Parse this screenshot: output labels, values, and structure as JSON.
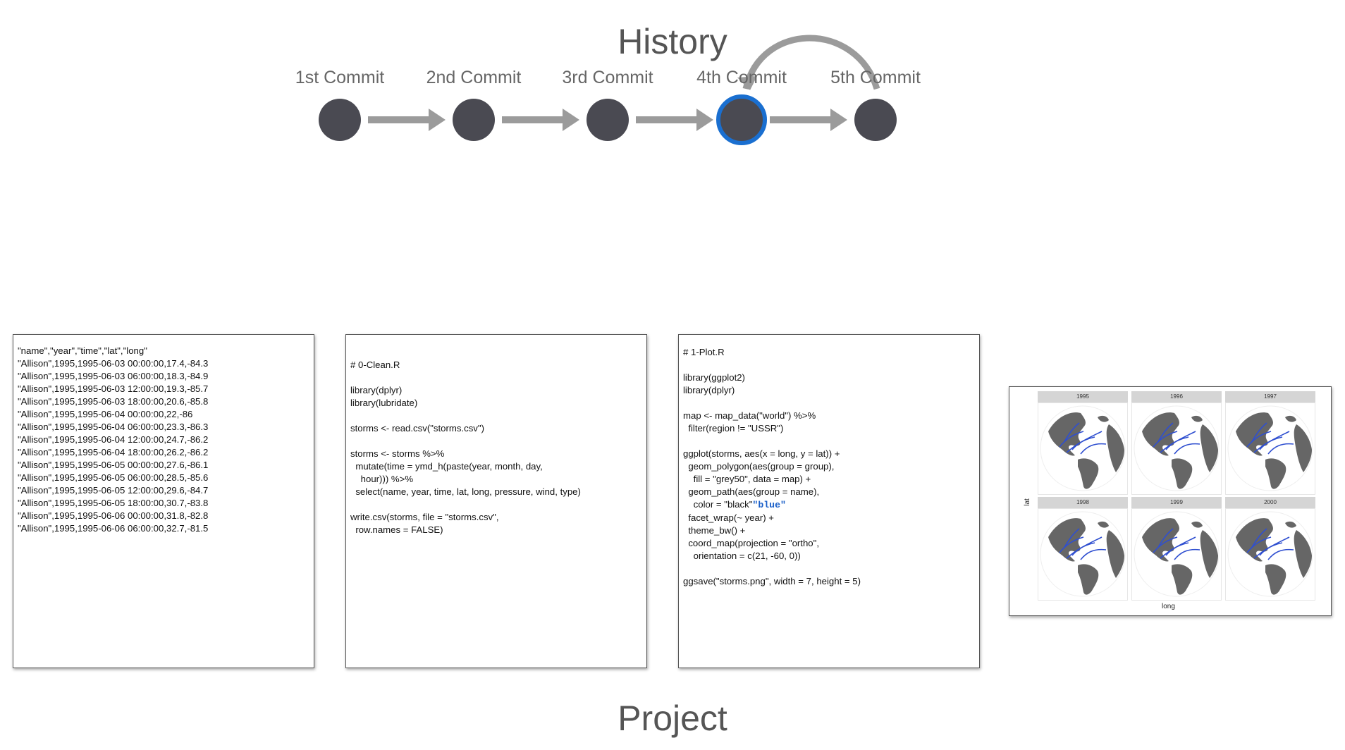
{
  "history_title": "History",
  "project_title": "Project",
  "commits": [
    {
      "label": "1st Commit"
    },
    {
      "label": "2nd Commit"
    },
    {
      "label": "3rd Commit"
    },
    {
      "label": "4th Commit",
      "current": true
    },
    {
      "label": "5th Commit"
    }
  ],
  "colors": {
    "node": "#4a4a52",
    "current_ring": "#1a6fd0",
    "arrow": "#9b9b9b",
    "title": "#555555"
  },
  "files": {
    "csv": "\"name\",\"year\",\"time\",\"lat\",\"long\"\n\"Allison\",1995,1995-06-03 00:00:00,17.4,-84.3\n\"Allison\",1995,1995-06-03 06:00:00,18.3,-84.9\n\"Allison\",1995,1995-06-03 12:00:00,19.3,-85.7\n\"Allison\",1995,1995-06-03 18:00:00,20.6,-85.8\n\"Allison\",1995,1995-06-04 00:00:00,22,-86\n\"Allison\",1995,1995-06-04 06:00:00,23.3,-86.3\n\"Allison\",1995,1995-06-04 12:00:00,24.7,-86.2\n\"Allison\",1995,1995-06-04 18:00:00,26.2,-86.2\n\"Allison\",1995,1995-06-05 00:00:00,27.6,-86.1\n\"Allison\",1995,1995-06-05 06:00:00,28.5,-85.6\n\"Allison\",1995,1995-06-05 12:00:00,29.6,-84.7\n\"Allison\",1995,1995-06-05 18:00:00,30.7,-83.8\n\"Allison\",1995,1995-06-06 00:00:00,31.8,-82.8\n\"Allison\",1995,1995-06-06 06:00:00,32.7,-81.5",
    "clean_r": "\n# 0-Clean.R\n\nlibrary(dplyr)\nlibrary(lubridate)\n\nstorms <- read.csv(\"storms.csv\")\n\nstorms <- storms %>%\n  mutate(time = ymd_h(paste(year, month, day,\n    hour))) %>%\n  select(name, year, time, lat, long, pressure, wind, type)\n\nwrite.csv(storms, file = \"storms.csv\",\n  row.names = FALSE)",
    "plot_r_before": "# 1-Plot.R\n\nlibrary(ggplot2)\nlibrary(dplyr)\n\nmap <- map_data(\"world\") %>%\n  filter(region != \"USSR\")\n\nggplot(storms, aes(x = long, y = lat)) +\n  geom_polygon(aes(group = group),\n    fill = \"grey50\", data = map) +\n  geom_path(aes(group = name),\n    color = \"black\"",
    "plot_r_blue": "\"blue\"",
    "plot_r_after": "\n  facet_wrap(~ year) +\n  theme_bw() +\n  coord_map(projection = \"ortho\",\n    orientation = c(21, -60, 0))\n\nggsave(\"storms.png\", width = 7, height = 5)"
  },
  "plot": {
    "facets": [
      "1995",
      "1996",
      "1997",
      "1998",
      "1999",
      "2000"
    ],
    "xlabel": "long",
    "ylabel": "lat",
    "land_color": "#666666",
    "track_color": "#2f4fd0"
  }
}
